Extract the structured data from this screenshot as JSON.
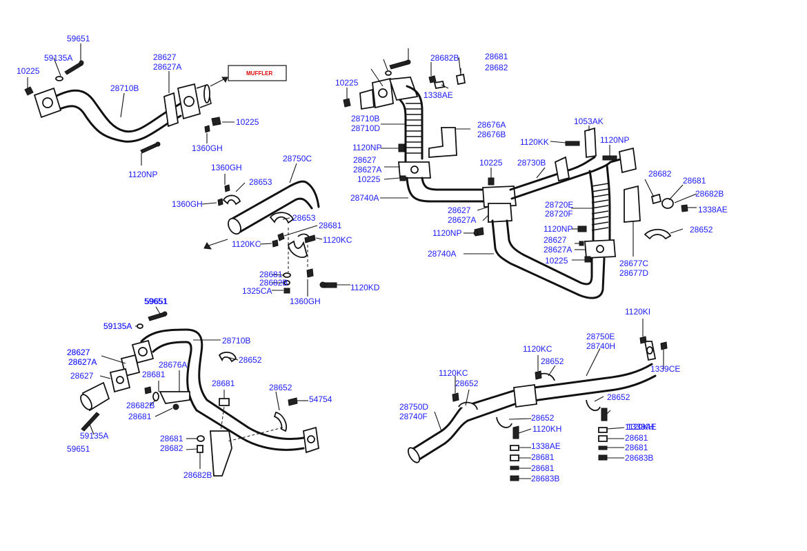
{
  "muffler_label": "MUFFLER",
  "labels": [
    {
      "text": "59651"
    },
    {
      "text": "59135A"
    },
    {
      "text": "10225"
    },
    {
      "text": "28710B"
    },
    {
      "text": "28627"
    },
    {
      "text": "28627A"
    },
    {
      "text": "10225"
    },
    {
      "text": "1360GH"
    },
    {
      "text": "1120NP"
    },
    {
      "text": "28750C"
    },
    {
      "text": "1360GH"
    },
    {
      "text": "28653"
    },
    {
      "text": "1360GH"
    },
    {
      "text": "28653"
    },
    {
      "text": "28681"
    },
    {
      "text": "1120KC"
    },
    {
      "text": "1120KC"
    },
    {
      "text": "28681"
    },
    {
      "text": "28682B"
    },
    {
      "text": "1325CA"
    },
    {
      "text": "1360GH"
    },
    {
      "text": "1120KD"
    },
    {
      "text": "59651"
    },
    {
      "text": "59135A"
    },
    {
      "text": "28627"
    },
    {
      "text": "28627A"
    },
    {
      "text": "10225"
    },
    {
      "text": "28682B"
    },
    {
      "text": "28681"
    },
    {
      "text": "28682"
    },
    {
      "text": "1338AE"
    },
    {
      "text": "28710B"
    },
    {
      "text": "28710D"
    },
    {
      "text": "28676A"
    },
    {
      "text": "28676B"
    },
    {
      "text": "1120NP"
    },
    {
      "text": "28627"
    },
    {
      "text": "28627A"
    },
    {
      "text": "10225"
    },
    {
      "text": "28740A"
    },
    {
      "text": "10225"
    },
    {
      "text": "28730B"
    },
    {
      "text": "1053AK"
    },
    {
      "text": "1120KK"
    },
    {
      "text": "1120NP"
    },
    {
      "text": "28682"
    },
    {
      "text": "28681"
    },
    {
      "text": "28682B"
    },
    {
      "text": "1338AE"
    },
    {
      "text": "28720E"
    },
    {
      "text": "28720F"
    },
    {
      "text": "28652"
    },
    {
      "text": "28627"
    },
    {
      "text": "28627A"
    },
    {
      "text": "1120NP"
    },
    {
      "text": "1120NP"
    },
    {
      "text": "28627"
    },
    {
      "text": "28627A"
    },
    {
      "text": "10225"
    },
    {
      "text": "28740A"
    },
    {
      "text": "28677C"
    },
    {
      "text": "28677D"
    },
    {
      "text": "59651"
    },
    {
      "text": "59135A"
    },
    {
      "text": "28710B"
    },
    {
      "text": "28627"
    },
    {
      "text": "28627A"
    },
    {
      "text": "28652"
    },
    {
      "text": "28676A"
    },
    {
      "text": "28627"
    },
    {
      "text": "28681"
    },
    {
      "text": "28681"
    },
    {
      "text": "28682B"
    },
    {
      "text": "28681"
    },
    {
      "text": "28652"
    },
    {
      "text": "54754"
    },
    {
      "text": "59135A"
    },
    {
      "text": "59651"
    },
    {
      "text": "28681"
    },
    {
      "text": "28682"
    },
    {
      "text": "28682B"
    },
    {
      "text": "1120KI"
    },
    {
      "text": "28750E"
    },
    {
      "text": "28740H"
    },
    {
      "text": "1339CE"
    },
    {
      "text": "1120KC"
    },
    {
      "text": "28652"
    },
    {
      "text": "1120KC"
    },
    {
      "text": "28652"
    },
    {
      "text": "28652"
    },
    {
      "text": "28750D"
    },
    {
      "text": "28740F"
    },
    {
      "text": "28652"
    },
    {
      "text": "1120KH"
    },
    {
      "text": "1120KH"
    },
    {
      "text": "28681"
    },
    {
      "text": "28681"
    },
    {
      "text": "28683B"
    },
    {
      "text": "1338AE"
    },
    {
      "text": "28681"
    },
    {
      "text": "28681"
    },
    {
      "text": "28683B"
    },
    {
      "text": "1338AE"
    }
  ]
}
